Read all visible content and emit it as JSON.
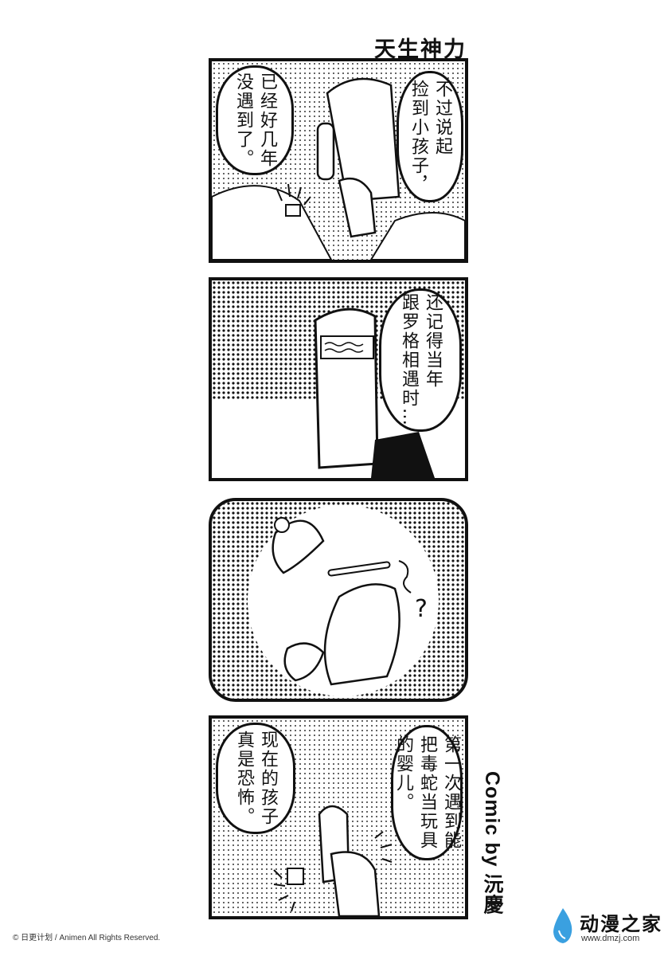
{
  "title": "天生神力",
  "panels": [
    {
      "bubble_right": "不过说起\n捡到小孩子，",
      "bubble_left": "已经好几年\n没遇到了。"
    },
    {
      "bubble_right": "还记得当年\n跟罗格相遇时…"
    },
    {
      "sfx": "?"
    },
    {
      "bubble_right": "第一次遇到能\n把毒蛇当玩具\n的婴儿。",
      "bubble_left": "现在的孩子\n真是恐怖。"
    }
  ],
  "credit": "Comic by 沅慶",
  "copyright": "© 日更计划 / Animen All Rights Reserved.",
  "logo": {
    "name": "动漫之家",
    "url": "www.dmzj.com",
    "color": "#3aa0e0"
  }
}
